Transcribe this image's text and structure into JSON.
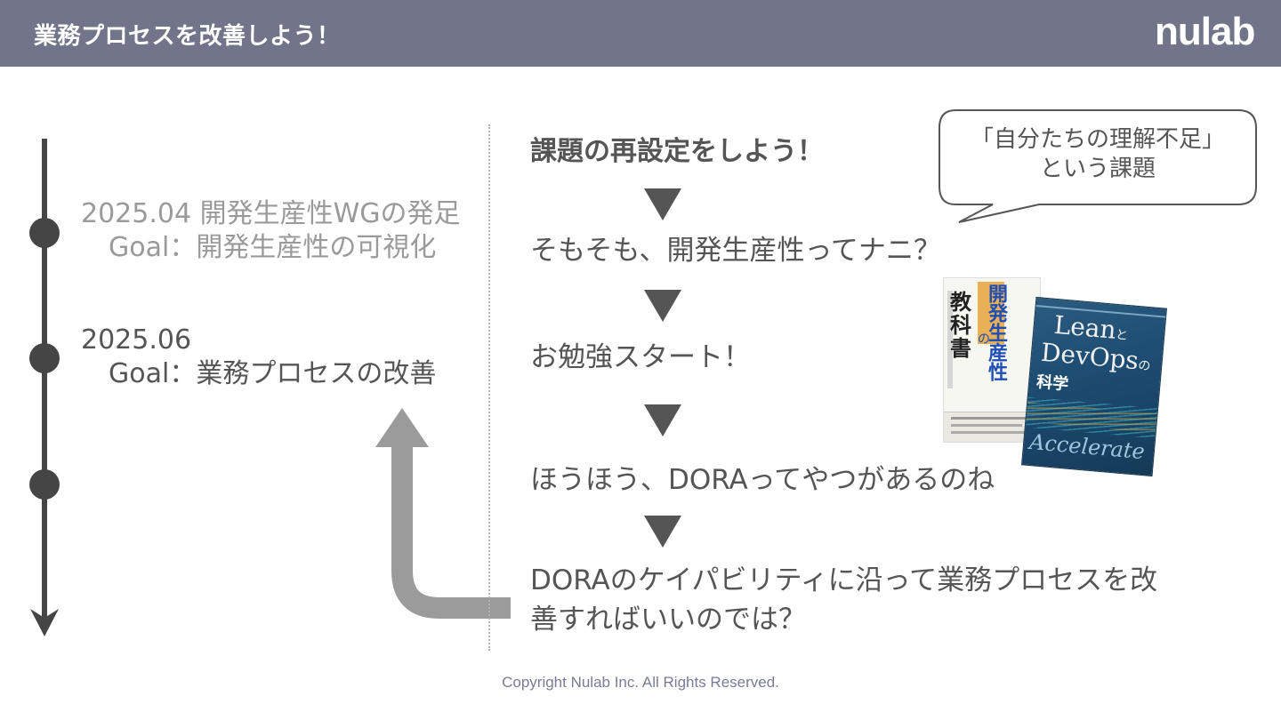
{
  "header": {
    "title": "業務プロセスを改善しよう！",
    "logo": "nulab"
  },
  "timeline": [
    {
      "date": "2025.04 開発生産性WGの発足",
      "goal": "Goal：開発生産性の可視化"
    },
    {
      "date": "2025.06",
      "goal": "Goal：業務プロセスの改善"
    }
  ],
  "flow": [
    "課題の再設定をしよう！",
    "そもそも、開発生産性ってナニ？",
    "お勉強スタート！",
    "ほうほう、DORAってやつがあるのね",
    "DORAのケイパビリティに沿って業務プロセスを改",
    "善すればいいのでは？"
  ],
  "bubble": {
    "line1": "「自分たちの理解不足」",
    "line2": "という課題"
  },
  "books": {
    "book1": {
      "title_main": "開発生産性",
      "title_no": "の",
      "title_sub": "教科書"
    },
    "book2": {
      "title_line1": "Lean",
      "title_to": "と",
      "title_line2": "DevOps",
      "title_no": "の",
      "title_line3": "科学",
      "subtitle": "Accelerate"
    }
  },
  "colors": {
    "header_bg": "#727489",
    "text": "#555555",
    "muted": "#9a9a9a",
    "arrow": "#9b9b9b",
    "book2_blue": "#1e4d73"
  },
  "footer": {
    "copyright": "Copyright Nulab Inc. All Rights Reserved."
  }
}
